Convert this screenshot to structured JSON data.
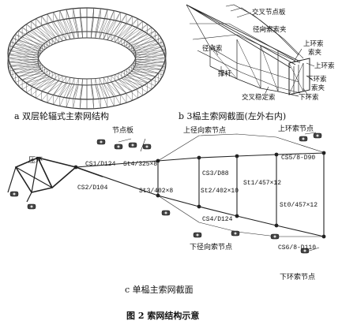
{
  "panel_a": {
    "caption": "a 双层轮辐式主索网结构"
  },
  "panel_b": {
    "caption": "b 3榀主索网截面(左外右内)",
    "labels": {
      "cross_node_plate": "交叉节点板",
      "radial_cable_clamp": "径向索索夹",
      "radial_cable": "径向索",
      "upper_ring_cable_clamp": "上环索\n索夹",
      "upper_ring_cable": "上环索",
      "lower_ring_cable_clamp": "下环索\n索夹",
      "strut": "撑杆",
      "cross_stabilizing_cable": "交叉稳定索",
      "lower_ring_cable": "下环索"
    }
  },
  "panel_c": {
    "caption": "c 单榀主索网截面",
    "labels": {
      "node_plate": "节点板",
      "compression_ring": "压环",
      "upper_radial_node": "上径向索节点",
      "upper_ring_node": "上环索节点",
      "lower_radial_node": "下径向索节点",
      "lower_ring_node": "下环索节点",
      "cs1": "CS1/D124",
      "cs2": "CS2/D104",
      "cs3": "CS3/D88",
      "cs4": "CS4/D124",
      "cs5": "CS5/8-D90",
      "cs6": "CS6/8-D110",
      "st4": "St4/325×8",
      "st3": "St3/402×8",
      "st2": "St2/402×10",
      "st1": "St1/457×12",
      "st0": "St0/457×12"
    }
  },
  "figure_caption": "图 2   索网结构示意"
}
